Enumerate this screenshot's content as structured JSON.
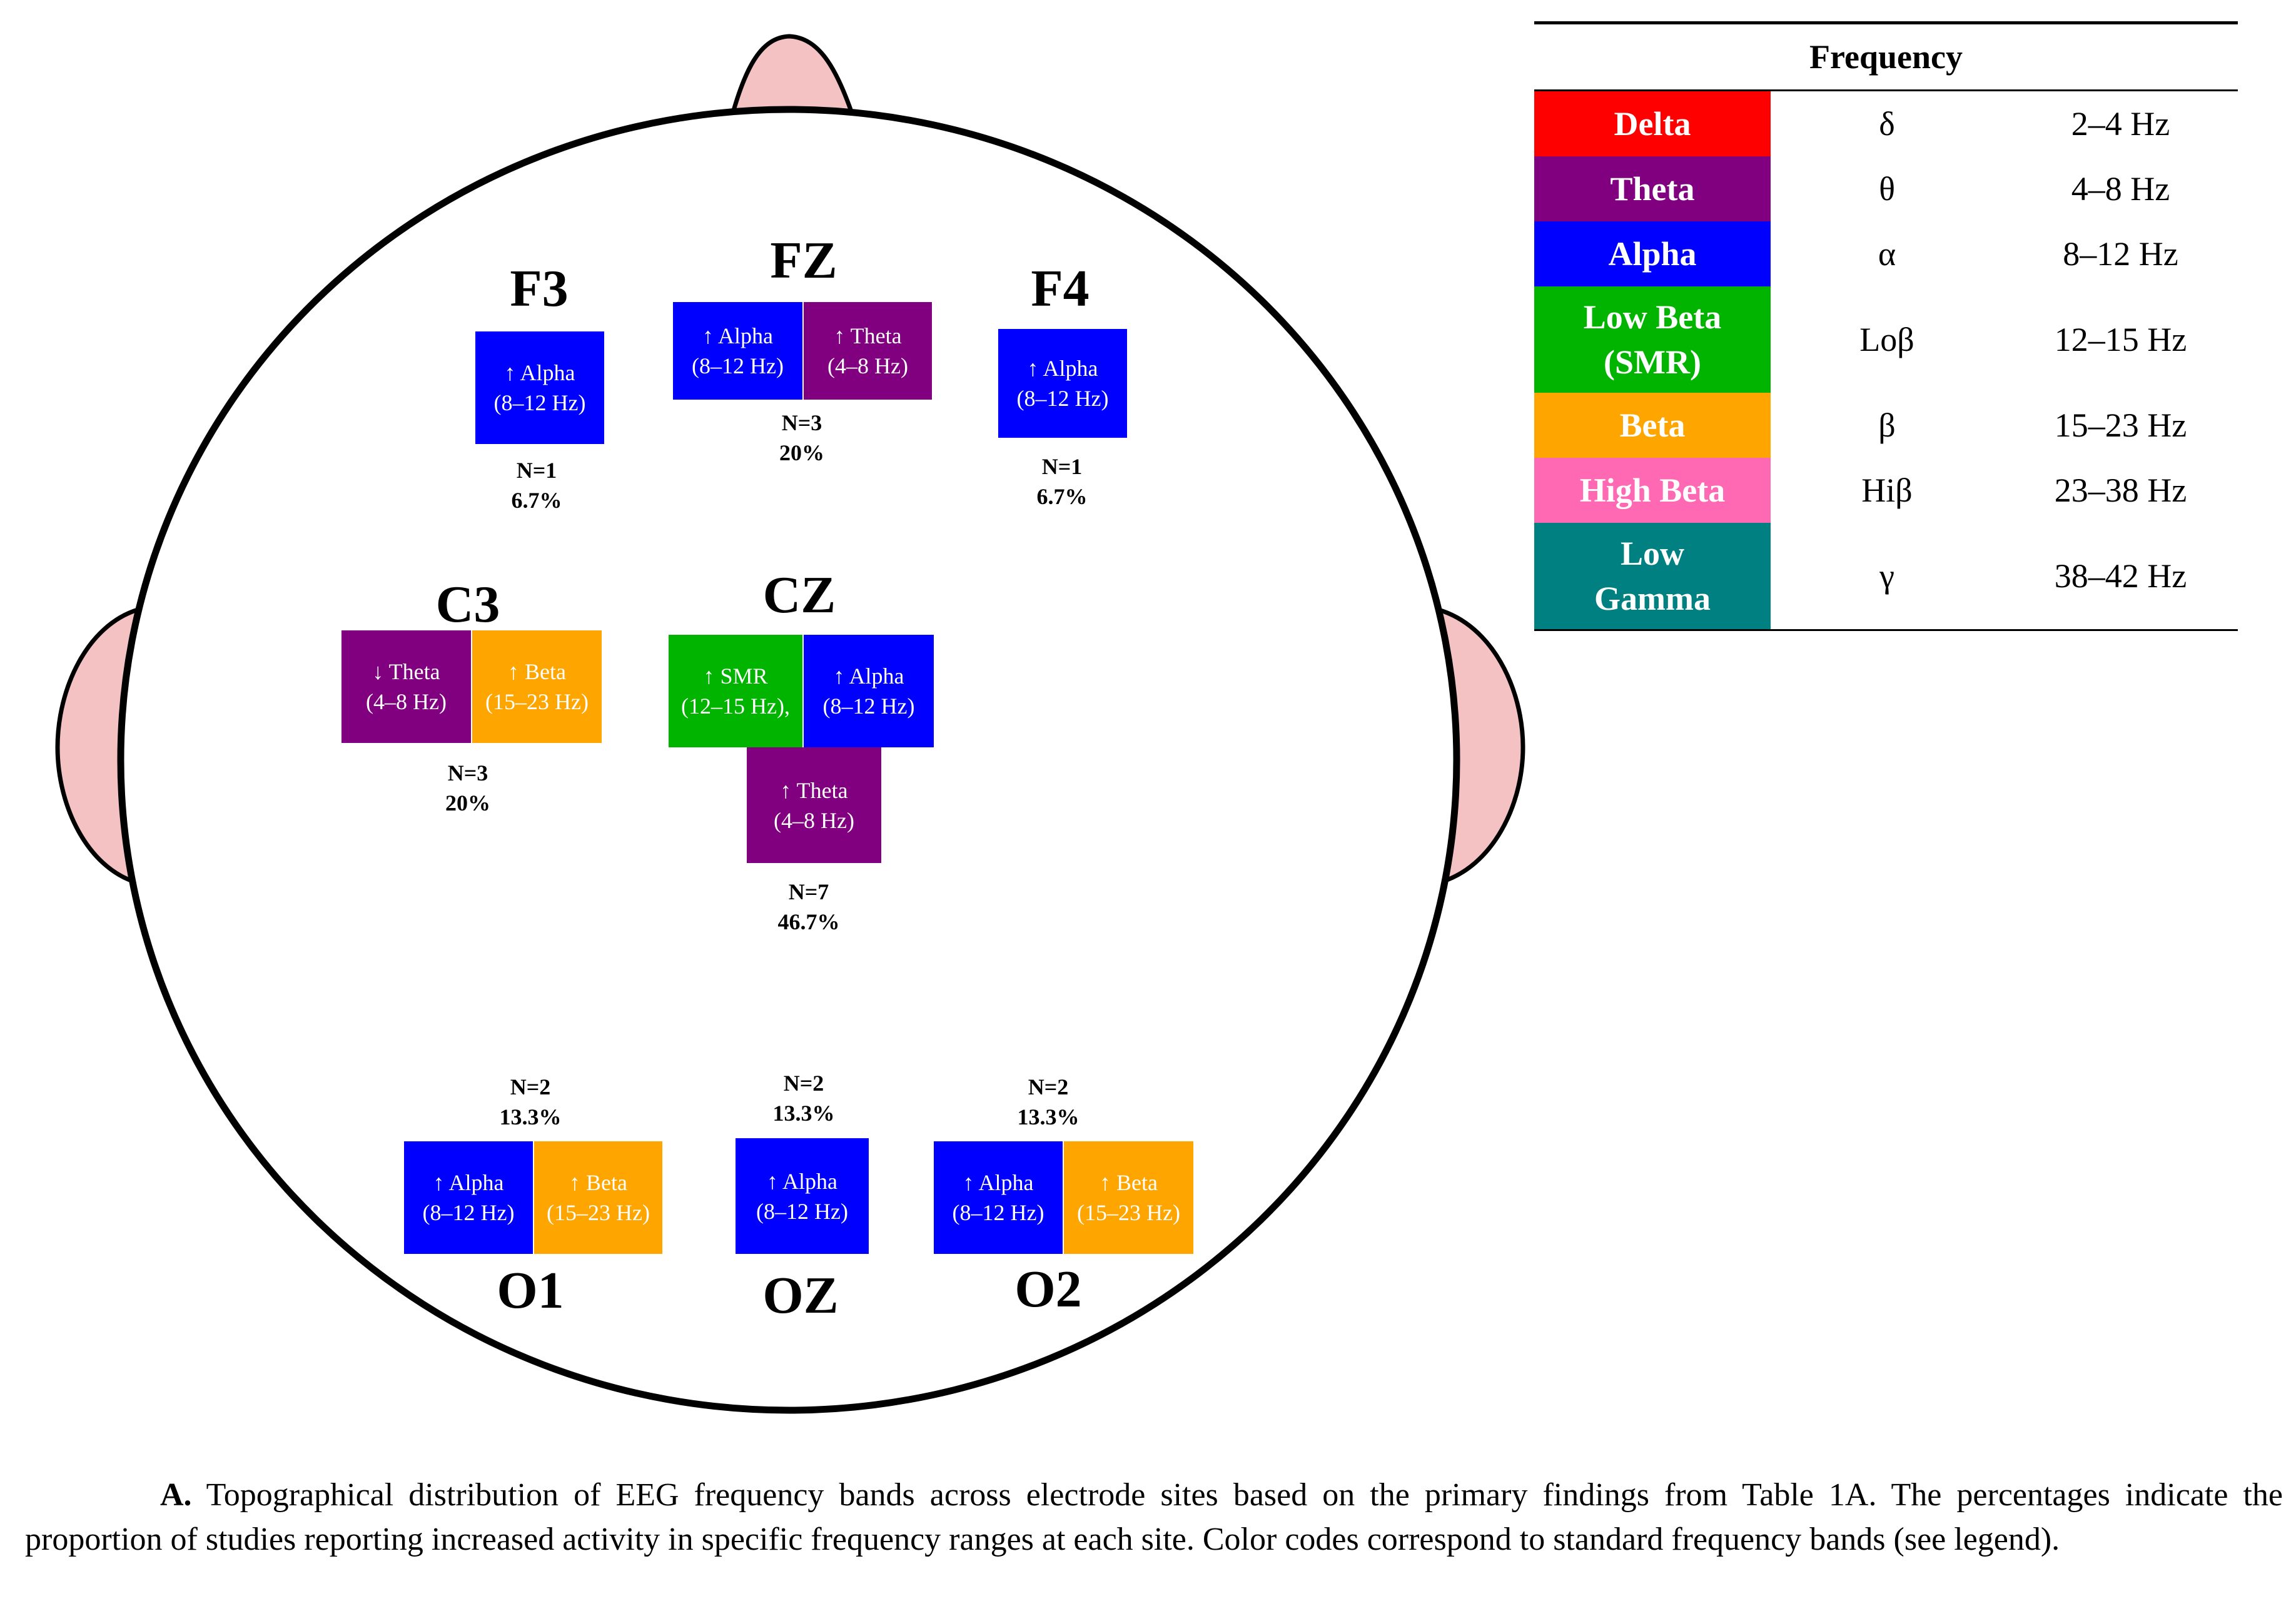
{
  "colors": {
    "delta": "#ff0000",
    "theta": "#800080",
    "alpha": "#0000ff",
    "smr": "#00b400",
    "beta": "#ffa500",
    "high_beta": "#ff69b4",
    "gamma": "#008080",
    "skin": "#f4c2c2"
  },
  "sites": {
    "F3": {
      "label": "F3",
      "boxes": [
        {
          "arrow": "↑",
          "band": "Alpha",
          "range": "(8–12 Hz)",
          "color": "alpha"
        }
      ],
      "n": "N=1",
      "pct": "6.7%"
    },
    "FZ": {
      "label": "FZ",
      "boxes": [
        {
          "arrow": "↑",
          "band": "Alpha",
          "range": "(8–12 Hz)",
          "color": "alpha"
        },
        {
          "arrow": "↑",
          "band": "Theta",
          "range": "(4–8 Hz)",
          "color": "theta"
        }
      ],
      "n": "N=3",
      "pct": "20%"
    },
    "F4": {
      "label": "F4",
      "boxes": [
        {
          "arrow": "↑",
          "band": "Alpha",
          "range": "(8–12 Hz)",
          "color": "alpha"
        }
      ],
      "n": "N=1",
      "pct": "6.7%"
    },
    "C3": {
      "label": "C3",
      "boxes": [
        {
          "arrow": "↓",
          "band": "Theta",
          "range": "(4–8 Hz)",
          "color": "theta"
        },
        {
          "arrow": "↑",
          "band": "Beta",
          "range": "(15–23 Hz)",
          "color": "beta"
        }
      ],
      "n": "N=3",
      "pct": "20%"
    },
    "CZ": {
      "label": "CZ",
      "boxes": [
        {
          "arrow": "↑",
          "band": "SMR",
          "range": "(12–15 Hz),",
          "color": "smr"
        },
        {
          "arrow": "↑",
          "band": "Alpha",
          "range": "(8–12 Hz)",
          "color": "alpha"
        },
        {
          "arrow": "↑",
          "band": "Theta",
          "range": "(4–8 Hz)",
          "color": "theta"
        }
      ],
      "n": "N=7",
      "pct": "46.7%"
    },
    "O1": {
      "label": "O1",
      "boxes": [
        {
          "arrow": "↑",
          "band": "Alpha",
          "range": "(8–12 Hz)",
          "color": "alpha"
        },
        {
          "arrow": "↑",
          "band": "Beta",
          "range": "(15–23 Hz)",
          "color": "beta"
        }
      ],
      "n": "N=2",
      "pct": "13.3%"
    },
    "OZ": {
      "label": "OZ",
      "boxes": [
        {
          "arrow": "↑",
          "band": "Alpha",
          "range": "(8–12 Hz)",
          "color": "alpha"
        }
      ],
      "n": "N=2",
      "pct": "13.3%"
    },
    "O2": {
      "label": "O2",
      "boxes": [
        {
          "arrow": "↑",
          "band": "Alpha",
          "range": "(8–12 Hz)",
          "color": "alpha"
        },
        {
          "arrow": "↑",
          "band": "Beta",
          "range": "(15–23 Hz)",
          "color": "beta"
        }
      ],
      "n": "N=2",
      "pct": "13.3%"
    }
  },
  "legend": {
    "header": "Frequency",
    "rows": [
      {
        "band": "Delta",
        "band_line2": "",
        "symbol": "δ",
        "range": "2–4 Hz",
        "color": "delta"
      },
      {
        "band": "Theta",
        "band_line2": "",
        "symbol": "θ",
        "range": "4–8 Hz",
        "color": "theta"
      },
      {
        "band": "Alpha",
        "band_line2": "",
        "symbol": "α",
        "range": "8–12 Hz",
        "color": "alpha"
      },
      {
        "band": "Low Beta",
        "band_line2": "(SMR)",
        "symbol": "Loβ",
        "range": "12–15 Hz",
        "color": "smr"
      },
      {
        "band": "Beta",
        "band_line2": "",
        "symbol": "β",
        "range": "15–23 Hz",
        "color": "beta"
      },
      {
        "band": "High Beta",
        "band_line2": "",
        "symbol": "Hiβ",
        "range": "23–38 Hz",
        "color": "high_beta"
      },
      {
        "band": "Low",
        "band_line2": "Gamma",
        "symbol": "γ",
        "range": "38–42 Hz",
        "color": "gamma"
      }
    ]
  },
  "caption": {
    "label": "A.",
    "text": "Topographical distribution of EEG frequency bands across electrode sites based on the primary findings from Table 1A. The percentages indicate the proportion of studies reporting increased activity in specific frequency ranges at each site. Color codes correspond to standard frequency bands (see legend)."
  }
}
